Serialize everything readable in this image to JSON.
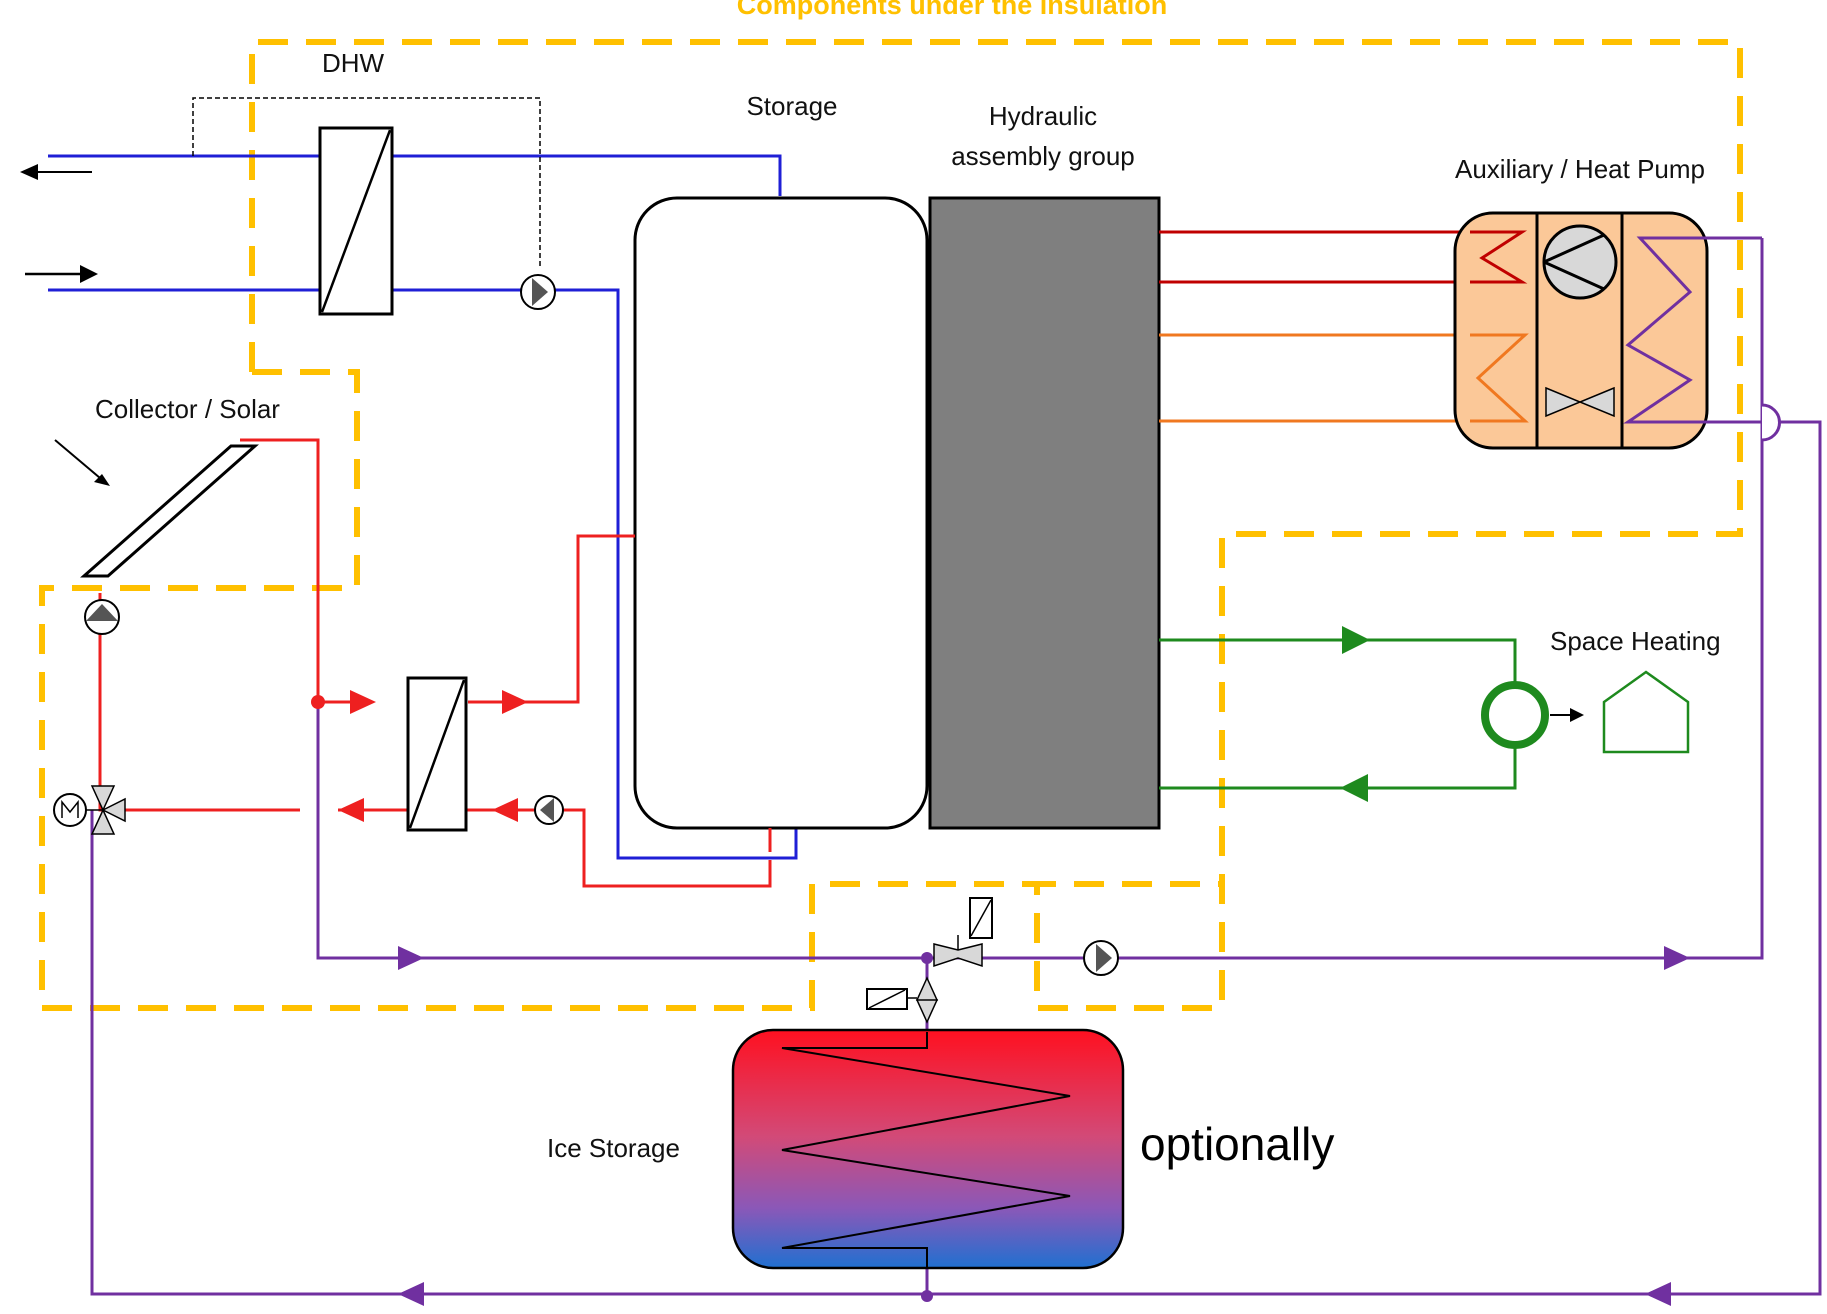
{
  "title": "Components under the insulation",
  "labels": {
    "dhw": "DHW",
    "storage": "Storage",
    "hydraulic_line1": "Hydraulic",
    "hydraulic_line2": "assembly group",
    "auxiliary": "Auxiliary  / Heat Pump",
    "collector": "Collector / Solar",
    "space_heating": "Space Heating",
    "ice_storage": "Ice Storage",
    "optionally": "optionally"
  },
  "icons": {
    "pump": "pump-icon",
    "heat_exchanger": "heat-exchanger-icon",
    "compressor": "compressor-icon",
    "expansion_valve": "expansion-valve-icon",
    "three_way_valve": "three-way-valve-icon",
    "motor": "motor-icon",
    "radiator": "radiator-icon",
    "house": "house-icon",
    "solar_collector": "solar-collector-icon",
    "sun_ray": "arrow-icon"
  },
  "colors": {
    "insulation_boundary": "#ffc000",
    "dhw_water": "#1f1fd6",
    "solar_loop": "#ee2020",
    "aux_hot": "#c00000",
    "aux_warm": "#f07820",
    "space_heating": "#1e8a1e",
    "brine_loop": "#7030a0",
    "hydraulic_group": "#7f7f7f",
    "heat_pump_body": "#fbc898",
    "ice_top": "#ff1020",
    "ice_bottom": "#2070d0"
  }
}
